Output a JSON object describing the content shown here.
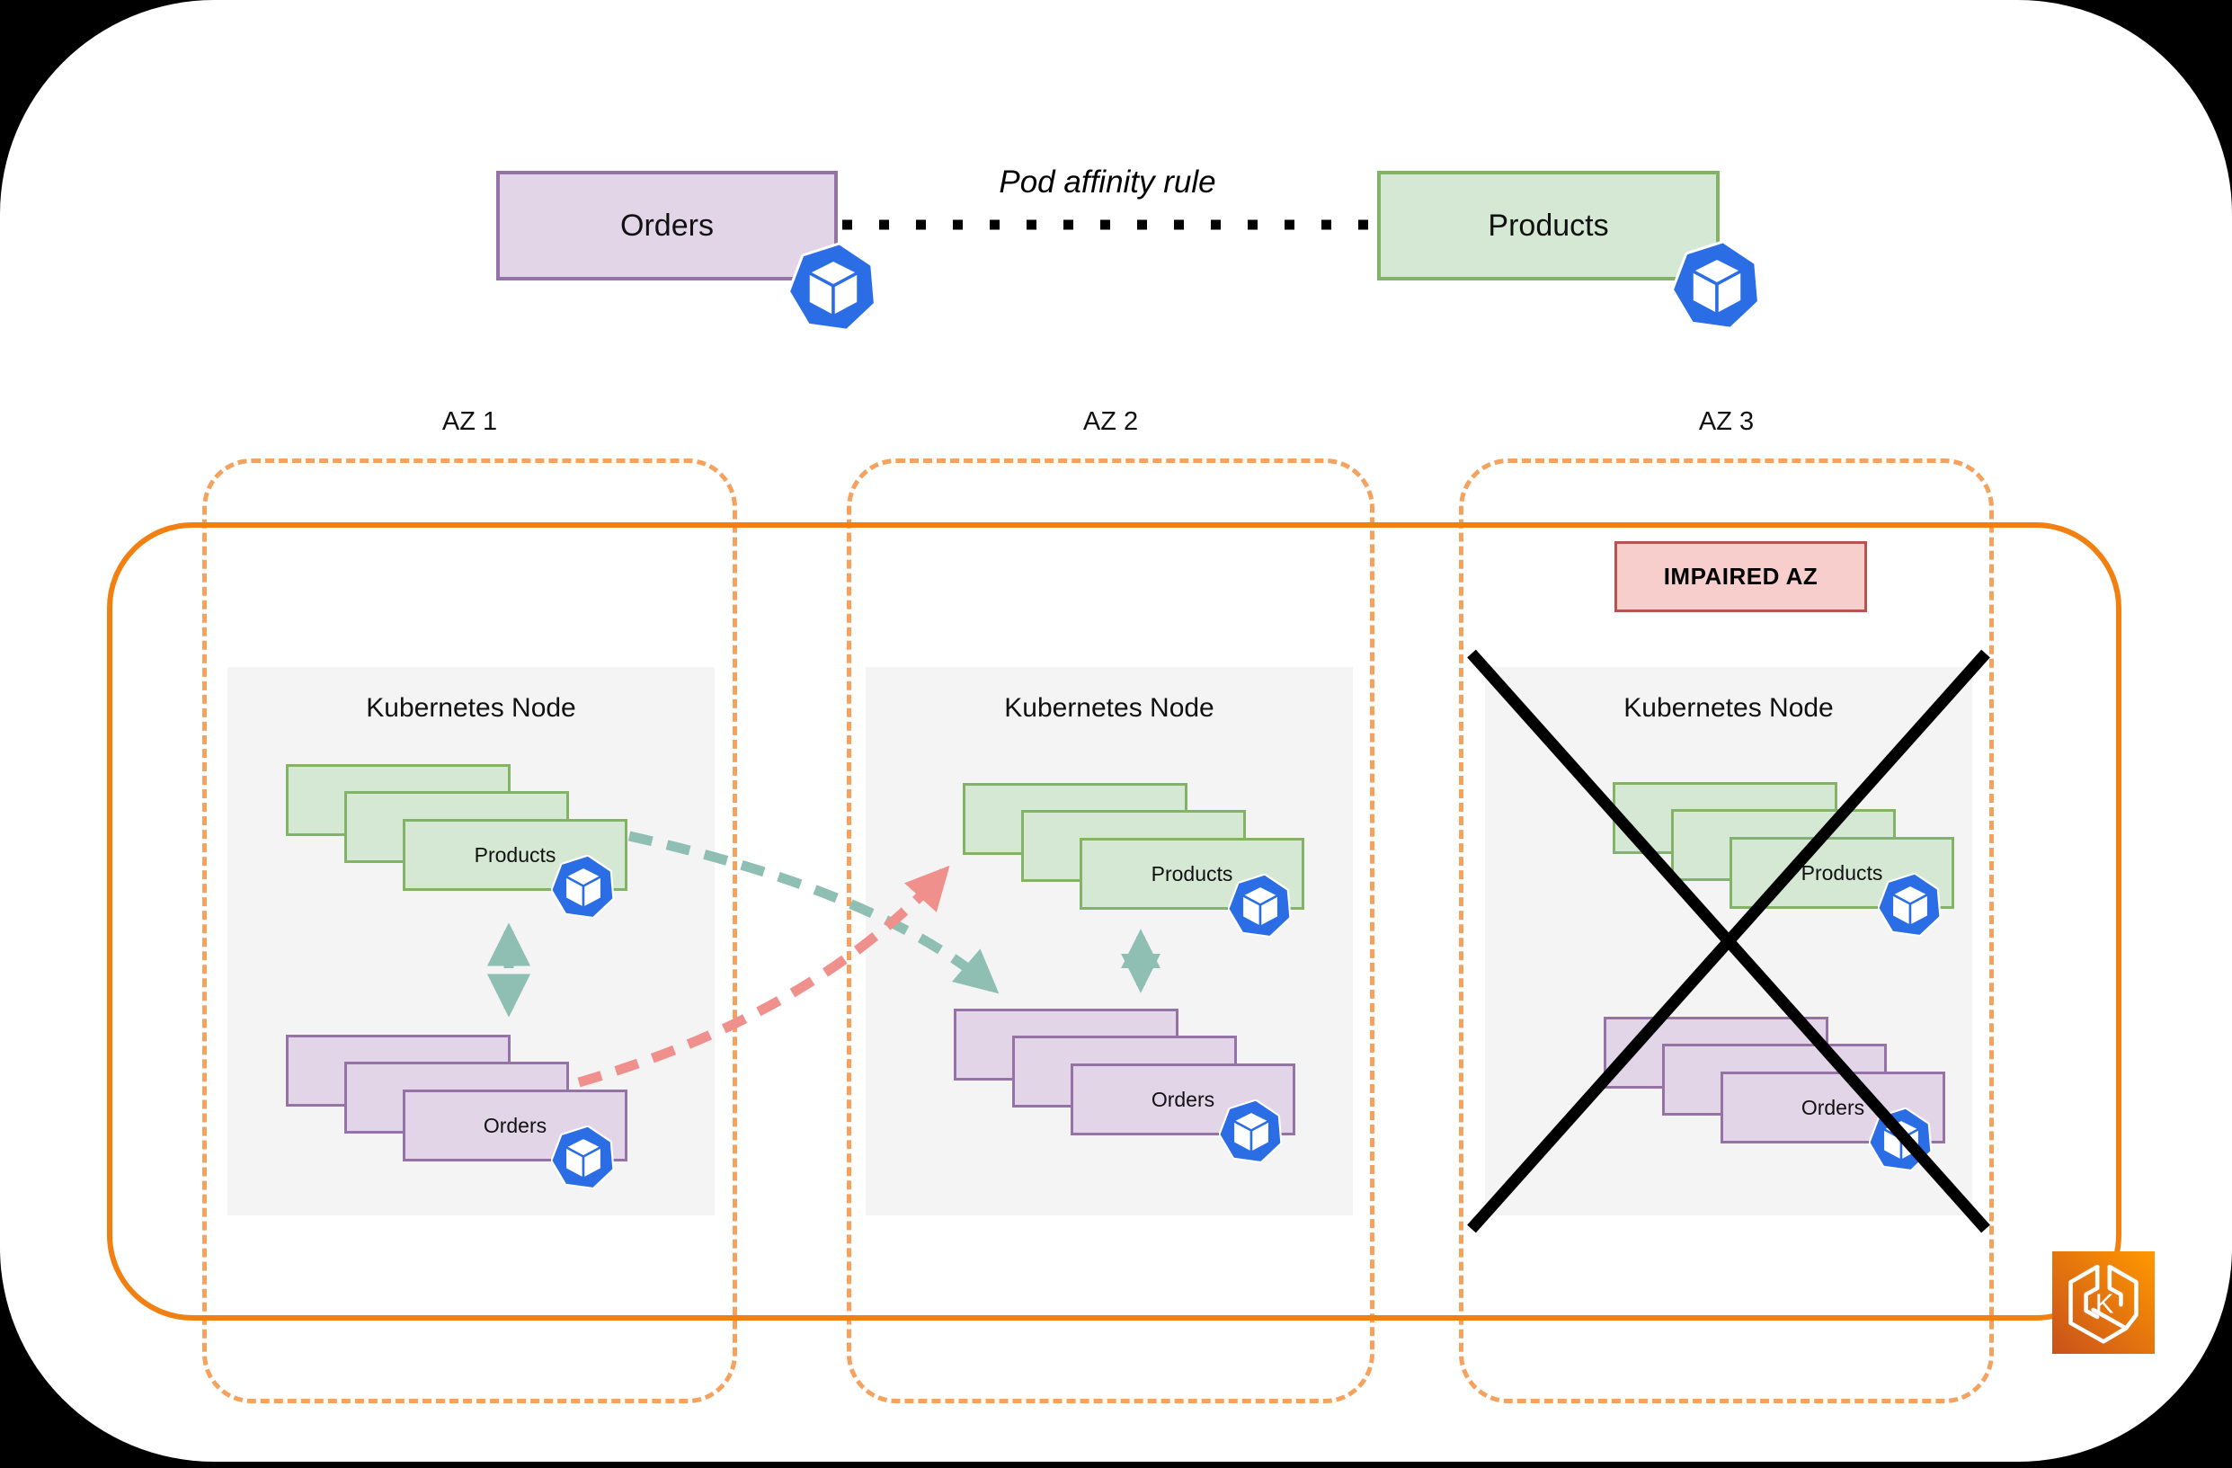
{
  "top": {
    "orders_label": "Orders",
    "products_label": "Products",
    "affinity_label": "Pod affinity rule"
  },
  "azs": [
    {
      "label": "AZ 1",
      "node_title": "Kubernetes Node",
      "products_label": "Products",
      "orders_label": "Orders"
    },
    {
      "label": "AZ 2",
      "node_title": "Kubernetes Node",
      "products_label": "Products",
      "orders_label": "Orders"
    },
    {
      "label": "AZ 3",
      "node_title": "Kubernetes Node",
      "products_label": "Products",
      "orders_label": "Orders",
      "impaired_label": "IMPAIRED AZ"
    }
  ],
  "colors": {
    "page_background": "#000000",
    "canvas": "#FFFFFF",
    "products_fill": "#D5E8D4",
    "products_stroke": "#82B366",
    "orders_fill": "#E1D5E7",
    "orders_stroke": "#9673A6",
    "node_fill": "#F4F4F4",
    "cluster_border": "#F28011",
    "az_border": "#F5A25F",
    "impaired_fill": "#F8CECC",
    "impaired_stroke": "#B85450",
    "affinity_arrow_teal": "#8FBFB2",
    "cross_az_arrow_red": "#F0908D",
    "affinity_connector_black": "#000000",
    "failure_cross_black": "#000000",
    "pod_icon_blue": "#2A6DE5",
    "eks_gradient_start": "#C8511B",
    "eks_gradient_end": "#FF9900"
  },
  "icons": {
    "pod": "kubernetes-pod-icon",
    "eks": "amazon-eks-icon",
    "failure": "failure-cross"
  }
}
